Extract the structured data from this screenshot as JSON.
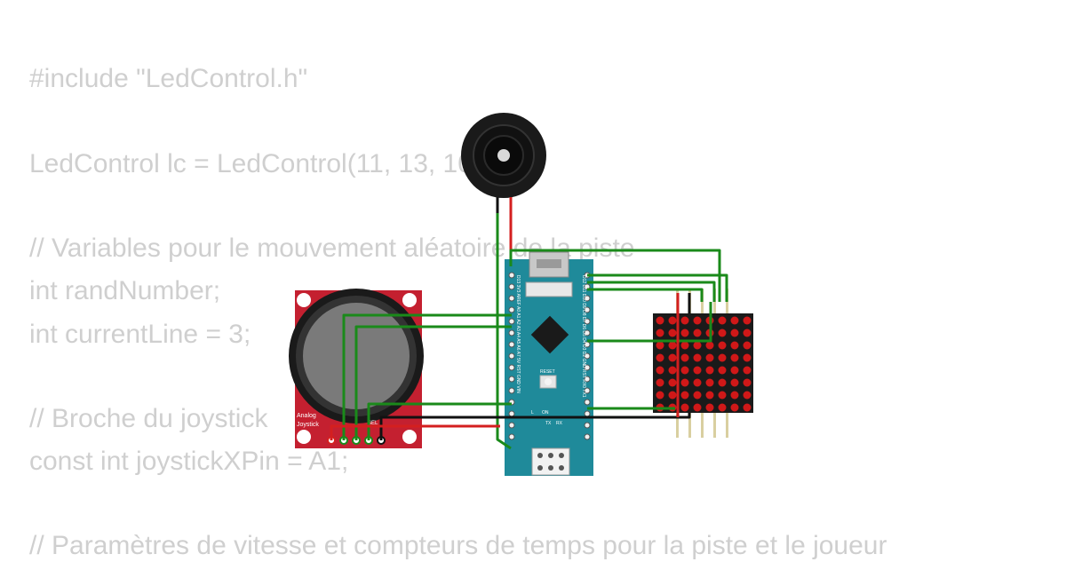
{
  "code": {
    "lines": [
      "#include \"LedControl.h\"",
      "LedControl lc = LedControl(11, 13, 10, 1);",
      "// Variables pour le mouvement aléatoire de la piste",
      "int randNumber;",
      "int currentLine = 3;",
      "// Broche du joystick",
      "const int joystickXPin = A1;",
      "// Paramètres de vitesse et compteurs de temps pour la piste et le joueur"
    ]
  },
  "joystick": {
    "label_line1": "Analog",
    "label_line2": "Joystick",
    "pin_label": "SEL"
  },
  "arduino": {
    "reset_label": "RESET",
    "tx_label": "TX",
    "rx_label": "RX",
    "on_label": "ON",
    "l_label": "L",
    "left_header_label": "D13 3V3 AREF A0 A1 A2 A3 A4 A5 A6 A7 5V RST GND VIN",
    "right_header_label": "D12 D11 D10 D9 D8 D7 D6 D5 D4 D3 D2 GND RST RX0 TX1"
  },
  "colors": {
    "wire_green": "#1a8a1a",
    "wire_black": "#111111",
    "wire_red": "#d41f1f",
    "board_teal": "#1f8a9a",
    "joystick_red": "#c42030",
    "code_text": "#cfcfcf"
  }
}
